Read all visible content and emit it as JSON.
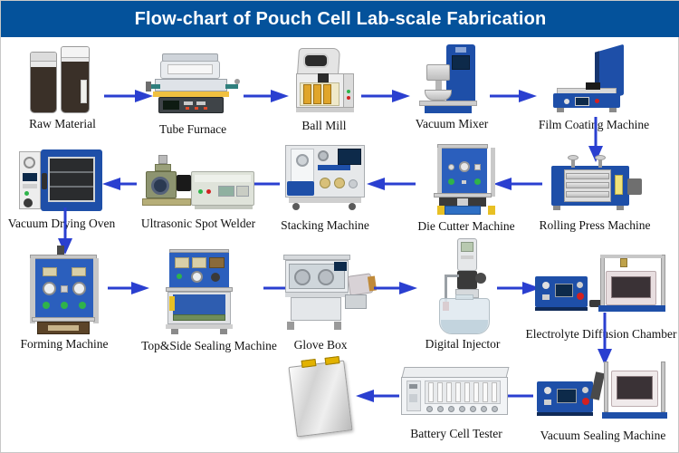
{
  "header": {
    "title": "Flow-chart of Pouch Cell Lab-scale Fabrication",
    "bg_color": "#04529B",
    "text_color": "#FFFFFF"
  },
  "theme": {
    "arrow_color": "#2A3FD0",
    "label_color": "#111111",
    "page_bg": "#FFFFFF",
    "equipment_blue": "#1E4FA8"
  },
  "chart_data": {
    "type": "diagram",
    "title": "Flow-chart of Pouch Cell Lab-scale Fabrication",
    "layout": "serpentine",
    "rows": [
      {
        "index": 1,
        "direction": "left-to-right"
      },
      {
        "index": 2,
        "direction": "right-to-left"
      },
      {
        "index": 3,
        "direction": "left-to-right"
      },
      {
        "index": 4,
        "direction": "right-to-left"
      }
    ],
    "steps": [
      {
        "order": 1,
        "label": "Raw Material",
        "row": 1,
        "icon": "reagent-bottles"
      },
      {
        "order": 2,
        "label": "Tube Furnace",
        "row": 1,
        "icon": "tube-furnace"
      },
      {
        "order": 3,
        "label": "Ball Mill",
        "row": 1,
        "icon": "planetary-ball-mill"
      },
      {
        "order": 4,
        "label": "Vacuum Mixer",
        "row": 1,
        "icon": "vacuum-mixer"
      },
      {
        "order": 5,
        "label": "Film Coating Machine",
        "row": 1,
        "icon": "film-coater"
      },
      {
        "order": 6,
        "label": "Rolling Press Machine",
        "row": 2,
        "icon": "rolling-press"
      },
      {
        "order": 7,
        "label": "Die Cutter Machine",
        "row": 2,
        "icon": "die-cutter"
      },
      {
        "order": 8,
        "label": "Stacking Machine",
        "row": 2,
        "icon": "stacking-machine"
      },
      {
        "order": 9,
        "label": "Ultrasonic Spot Welder",
        "row": 2,
        "icon": "ultrasonic-welder"
      },
      {
        "order": 10,
        "label": "Vacuum Drying Oven",
        "row": 2,
        "icon": "vacuum-drying-oven"
      },
      {
        "order": 11,
        "label": "Forming Machine",
        "row": 3,
        "icon": "forming-machine"
      },
      {
        "order": 12,
        "label": "Top&Side Sealing Machine",
        "row": 3,
        "icon": "sealing-machine"
      },
      {
        "order": 13,
        "label": "Glove Box",
        "row": 3,
        "icon": "glove-box"
      },
      {
        "order": 14,
        "label": "Digital Injector",
        "row": 3,
        "icon": "digital-injector"
      },
      {
        "order": 15,
        "label": "Electrolyte Diffusion Chamber",
        "row": 3,
        "icon": "diffusion-chamber"
      },
      {
        "order": 16,
        "label": "Vacuum Sealing Machine",
        "row": 4,
        "icon": "vacuum-sealer"
      },
      {
        "order": 17,
        "label": "Battery Cell Tester",
        "row": 4,
        "icon": "cell-tester"
      },
      {
        "order": 18,
        "label": "",
        "row": 4,
        "icon": "pouch-cell"
      }
    ],
    "connectors": [
      {
        "from": "Raw Material",
        "to": "Tube Furnace",
        "dir": "right"
      },
      {
        "from": "Tube Furnace",
        "to": "Ball Mill",
        "dir": "right"
      },
      {
        "from": "Ball Mill",
        "to": "Vacuum Mixer",
        "dir": "right"
      },
      {
        "from": "Vacuum Mixer",
        "to": "Film Coating Machine",
        "dir": "right"
      },
      {
        "from": "Film Coating Machine",
        "to": "Rolling Press Machine",
        "dir": "down"
      },
      {
        "from": "Rolling Press Machine",
        "to": "Die Cutter Machine",
        "dir": "left"
      },
      {
        "from": "Die Cutter Machine",
        "to": "Stacking Machine",
        "dir": "left"
      },
      {
        "from": "Stacking Machine",
        "to": "Ultrasonic Spot Welder",
        "dir": "left"
      },
      {
        "from": "Ultrasonic Spot Welder",
        "to": "Vacuum Drying Oven",
        "dir": "left"
      },
      {
        "from": "Vacuum Drying Oven",
        "to": "Forming Machine",
        "dir": "down"
      },
      {
        "from": "Forming Machine",
        "to": "Top&Side Sealing Machine",
        "dir": "right"
      },
      {
        "from": "Top&Side Sealing Machine",
        "to": "Glove Box",
        "dir": "right"
      },
      {
        "from": "Glove Box",
        "to": "Digital Injector",
        "dir": "right"
      },
      {
        "from": "Digital Injector",
        "to": "Electrolyte Diffusion Chamber",
        "dir": "right"
      },
      {
        "from": "Electrolyte Diffusion Chamber",
        "to": "Vacuum Sealing Machine",
        "dir": "down"
      },
      {
        "from": "Vacuum Sealing Machine",
        "to": "Battery Cell Tester",
        "dir": "left"
      },
      {
        "from": "Battery Cell Tester",
        "to": "Pouch Cell",
        "dir": "left"
      }
    ]
  }
}
